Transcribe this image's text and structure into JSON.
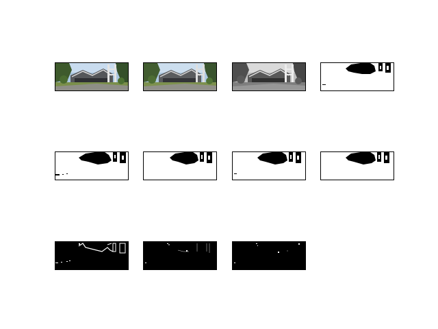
{
  "figure": {
    "background": "#ffffff",
    "panels": [
      {
        "kind": "photo-color"
      },
      {
        "kind": "photo-color-smoothed"
      },
      {
        "kind": "photo-grayscale"
      },
      {
        "kind": "binary-mask"
      },
      {
        "kind": "binary-mask"
      },
      {
        "kind": "binary-mask"
      },
      {
        "kind": "binary-mask"
      },
      {
        "kind": "binary-mask"
      },
      {
        "kind": "edge-map"
      },
      {
        "kind": "edge-map-sparse"
      },
      {
        "kind": "edge-map-sparse"
      }
    ]
  }
}
